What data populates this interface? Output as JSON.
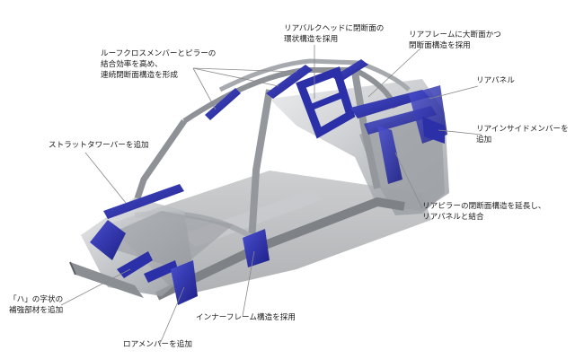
{
  "callouts": {
    "roof_cross": [
      "ルーフクロスメンバーとピラーの",
      "結合効率を高め、",
      "連続閉断面構造を形成"
    ],
    "rear_bulkhead": [
      "リアバルクヘッドに閉断面の",
      "環状構造を採用"
    ],
    "rear_frame": [
      "リアフレームに大断面かつ",
      "閉断面構造を採用"
    ],
    "rear_panel": [
      "リアパネル"
    ],
    "rear_inside_member": [
      "リアインサイドメンバーを",
      "追加"
    ],
    "strut_tower_bar": [
      "ストラットタワーバーを追加"
    ],
    "rear_pillar": [
      "リアピラーの閉断面構造を延長し、",
      "リアパネルと結合"
    ],
    "ha_shape": [
      "「ハ」の字状の",
      "補強部材を追加"
    ],
    "inner_frame": [
      "インナーフレーム構造を採用"
    ],
    "lower_member": [
      "ロアメンバーを追加"
    ]
  },
  "colors": {
    "reinforcement": "#2b2fa8",
    "body_steel": "#b9bcc0",
    "leader_line": "#8a8a8a"
  }
}
